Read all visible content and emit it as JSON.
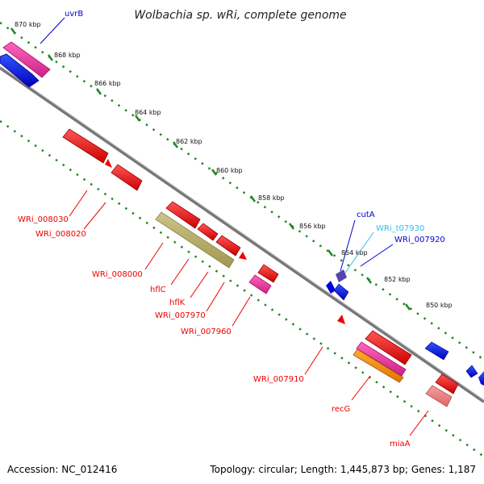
{
  "title": "Wolbachia sp. wRi, complete genome",
  "footer": {
    "accession": "Accession: NC_012416",
    "summary": "Topology: circular; Length: 1,445,873 bp; Genes: 1,187"
  },
  "ticks": [
    "870 kbp",
    "868 kbp",
    "866 kbp",
    "864 kbp",
    "862 kbp",
    "860 kbp",
    "858 kbp",
    "856 kbp",
    "854 kbp",
    "852 kbp",
    "850 kbp"
  ],
  "labels": {
    "uvrB": "uvrB",
    "cutA": "cutA",
    "WRi_t07930": "WRi_t07930",
    "WRi_007920": "WRi_007920",
    "WRi_008030": "WRi_008030",
    "WRi_008020": "WRi_008020",
    "WRi_008000": "WRi_008000",
    "hflC": "hflC",
    "hflK": "hflK",
    "WRi_007970": "WRi_007970",
    "WRi_007960": "WRi_007960",
    "WRi_007910": "WRi_007910",
    "recG": "recG",
    "miaA": "miaA"
  },
  "colors": {
    "forward_blue": "#0000dd",
    "reverse_red": "#ee0000",
    "trna_cyan": "#33bbee",
    "pink": "#ee3399",
    "olive": "#b8b070",
    "orange": "#ee8800",
    "light_red": "#ee7777",
    "backbone": "#888888",
    "tick_green": "#228822"
  }
}
